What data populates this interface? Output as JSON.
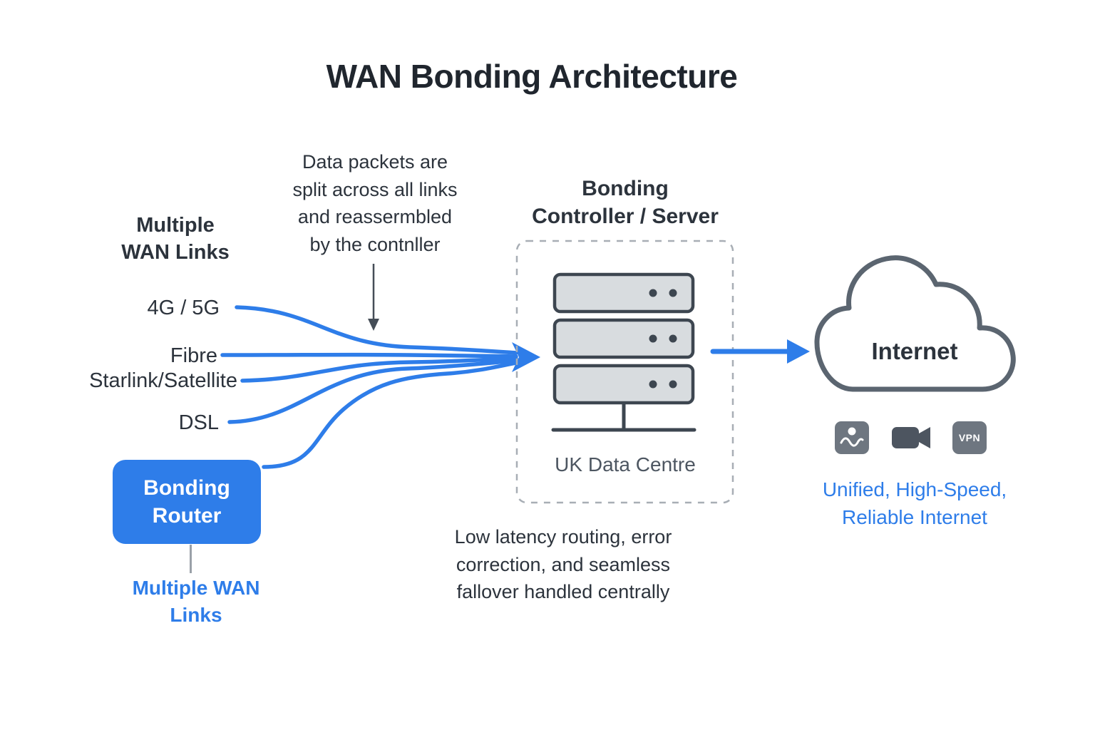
{
  "title": "WAN Bonding Architecture",
  "wan": {
    "heading_lines": [
      "Multiple",
      "WAN Links"
    ],
    "links": {
      "cellular": "4G / 5G",
      "fibre": "Fibre",
      "satellite": "Starlink/Satellite",
      "dsl": "DSL"
    }
  },
  "packets_note": {
    "lines": [
      "Data packets are",
      "split across all links",
      "and reassermbled",
      "by the contnller"
    ]
  },
  "router": {
    "label_lines": [
      "Bonding",
      "Router"
    ],
    "sub_lines": [
      "Multiple WAN",
      "Links"
    ]
  },
  "controller": {
    "heading_lines": [
      "Bonding",
      "Controller / Server"
    ],
    "datacentre_label": "UK Data Centre",
    "note_lines": [
      "Low latency routing, error",
      "correction, and seamless",
      "fallover handled centrally"
    ]
  },
  "internet": {
    "label": "Internet",
    "caption_lines": [
      "Unified, High-Speed,",
      "Reliable Internet"
    ],
    "vpn_badge": "VPN"
  },
  "colors": {
    "accent_blue": "#2e7de9",
    "dark_text": "#2c333c",
    "muted_text": "#4d5661",
    "outline_gray": "#5b6570",
    "server_fill": "#d8dcdf",
    "server_stroke": "#3d4650",
    "dashed_border": "#a8aeb5",
    "icon_gray": "#6e7680",
    "icon_dark_gray": "#4d5560"
  }
}
